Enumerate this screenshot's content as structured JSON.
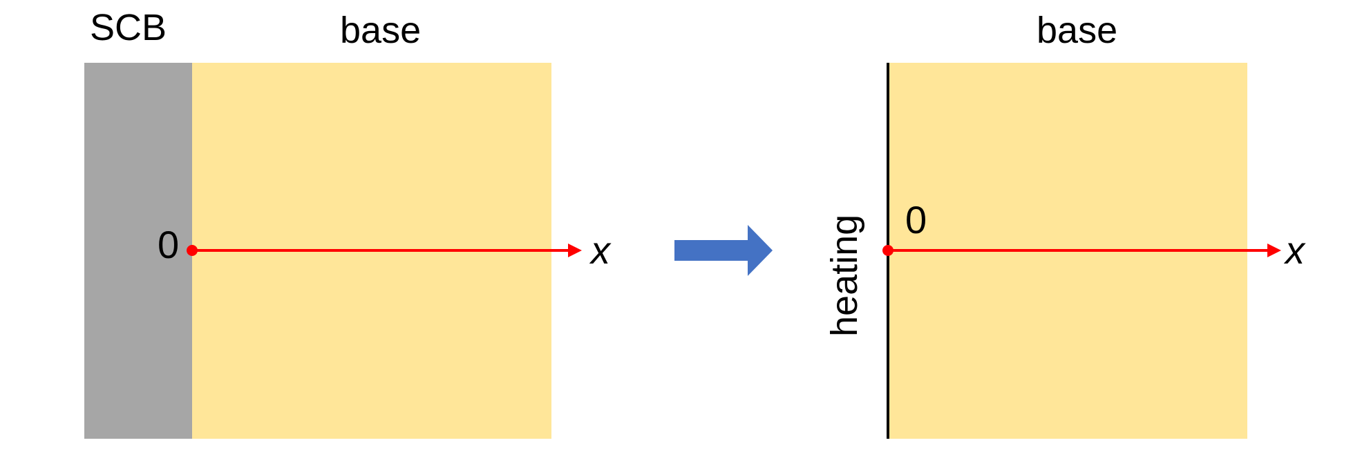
{
  "left_panel": {
    "scb_label": "SCB",
    "base_label": "base",
    "origin_label": "0",
    "axis_label": "x"
  },
  "right_panel": {
    "base_label": "base",
    "origin_label": "0",
    "axis_label": "x",
    "boundary_label": "heating"
  },
  "colors": {
    "scb": "#a6a6a6",
    "base": "#ffe699",
    "axis": "#ff0000",
    "transition_arrow": "#4472c4",
    "boundary_line": "#000000"
  }
}
